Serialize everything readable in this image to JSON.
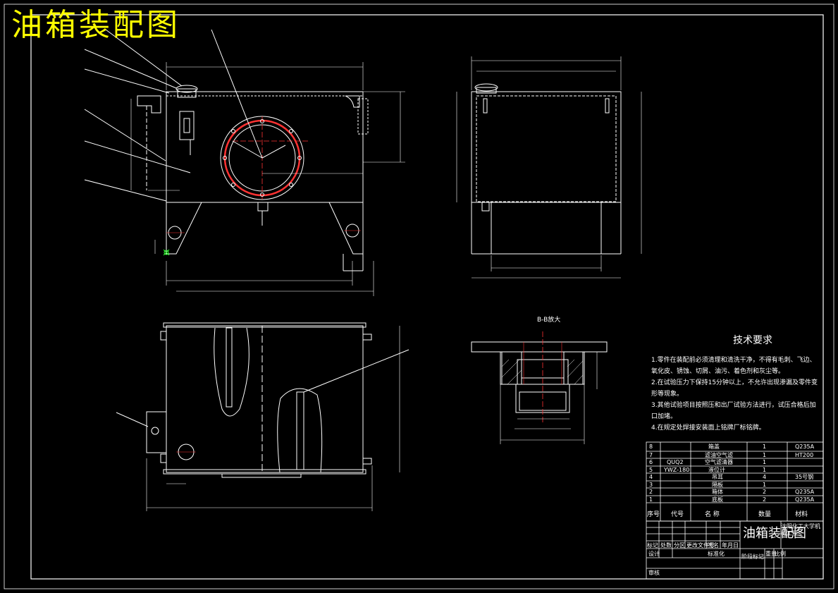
{
  "sheet_title": "油箱装配图",
  "detail_label": "B-B放大",
  "tech_requirements": {
    "title": "技术要求",
    "items": [
      "1.零件在装配前必须清理和清洗干净，不得有毛刺、飞边、氧化皮、锈蚀、切屑、油污、着色剂和灰尘等。",
      "2.在试验压力下保持15分钟以上，不允许出现渗漏及零件变形等现象。",
      "3.其他试验项目按照压和出厂试验方法进行，试压合格后加口加堵。",
      "4.在规定处焊接安装面上铭牌厂标铭牌。"
    ]
  },
  "bom": {
    "rows": [
      {
        "no": "8",
        "code": "",
        "name": "箱盖",
        "qty": "1",
        "material": "Q235A"
      },
      {
        "no": "7",
        "code": "",
        "name": "滤油空气滤",
        "qty": "1",
        "material": "HT200"
      },
      {
        "no": "6",
        "code": "QUQ2",
        "name": "空气滤清器",
        "qty": "1",
        "material": ""
      },
      {
        "no": "5",
        "code": "YWZ-180",
        "name": "液位计",
        "qty": "1",
        "material": ""
      },
      {
        "no": "4",
        "code": "",
        "name": "吊耳",
        "qty": "4",
        "material": "35号钢"
      },
      {
        "no": "3",
        "code": "",
        "name": "隔板",
        "qty": "1",
        "material": ""
      },
      {
        "no": "2",
        "code": "",
        "name": "箱体",
        "qty": "2",
        "material": "Q235A"
      },
      {
        "no": "1",
        "code": "",
        "name": "底板",
        "qty": "2",
        "material": "Q235A"
      }
    ],
    "header": {
      "no": "序号",
      "code": "代号",
      "name": "名  称",
      "qty": "数量",
      "material": "材料"
    }
  },
  "title_block": {
    "drawing_title": "油箱装配图",
    "school": "沈阳化工大学机械工程",
    "row_labels": [
      "标记",
      "处数",
      "分区",
      "更改文件号",
      "签名",
      "年月日"
    ],
    "design_label": "设计",
    "std_label": "标准化",
    "stage_label": "阶段标记",
    "weight_label": "重量",
    "scale_label": "比例",
    "review_label": "审核"
  },
  "colors": {
    "background": "#000000",
    "line": "#ffffff",
    "title": "#ffff00",
    "accent_red": "#ff3333",
    "accent_green": "#33ff33"
  }
}
